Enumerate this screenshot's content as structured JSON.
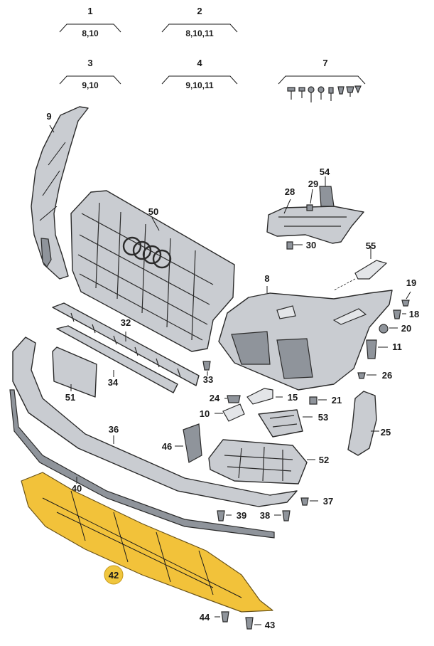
{
  "kit_groups": [
    {
      "number": "1",
      "refs": "8,10"
    },
    {
      "number": "2",
      "refs": "8,10,11"
    },
    {
      "number": "3",
      "refs": "9,10"
    },
    {
      "number": "4",
      "refs": "9,10,11"
    },
    {
      "number": "7",
      "refs": ""
    }
  ],
  "callouts": {
    "p8": "8",
    "p9": "9",
    "p10": "10",
    "p11": "11",
    "p15": "15",
    "p18": "18",
    "p19": "19",
    "p20": "20",
    "p21": "21",
    "p24": "24",
    "p25": "25",
    "p26": "26",
    "p28": "28",
    "p29": "29",
    "p30": "30",
    "p32": "32",
    "p33": "33",
    "p34": "34",
    "p36": "36",
    "p37": "37",
    "p38": "38",
    "p39": "39",
    "p40": "40",
    "p42": "42",
    "p43": "43",
    "p44": "44",
    "p46": "46",
    "p50": "50",
    "p51": "51",
    "p52": "52",
    "p53": "53",
    "p54": "54",
    "p55": "55"
  },
  "colors": {
    "highlight_part": "#f2c23a",
    "highlight_badge": "#f0c63e",
    "part_fill": "#c9ccd1",
    "outline": "#2b2b2b"
  }
}
